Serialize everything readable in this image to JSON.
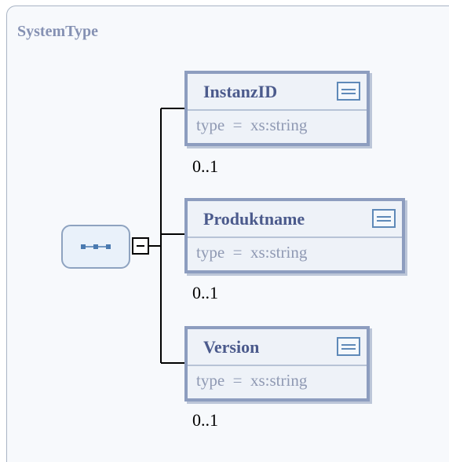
{
  "complex_type": {
    "name": "SystemType"
  },
  "elements": [
    {
      "name": "InstanzID",
      "type_label": "type",
      "type_eq": "=",
      "type_value": "xs:string",
      "cardinality": "0..1"
    },
    {
      "name": "Produktname",
      "type_label": "type",
      "type_eq": "=",
      "type_value": "xs:string",
      "cardinality": "0..1"
    },
    {
      "name": "Version",
      "type_label": "type",
      "type_eq": "=",
      "type_value": "xs:string",
      "cardinality": "0..1"
    }
  ],
  "icons": {
    "sequence": "sequence-compositor-icon",
    "collapse": "collapse-minus-icon",
    "documentation": "documentation-icon"
  },
  "colors": {
    "title": "#8591b3",
    "element_border": "#8d9dbf",
    "element_fill": "#eef2f8",
    "element_name": "#4b5a8c",
    "type_text": "#8f99b3"
  }
}
